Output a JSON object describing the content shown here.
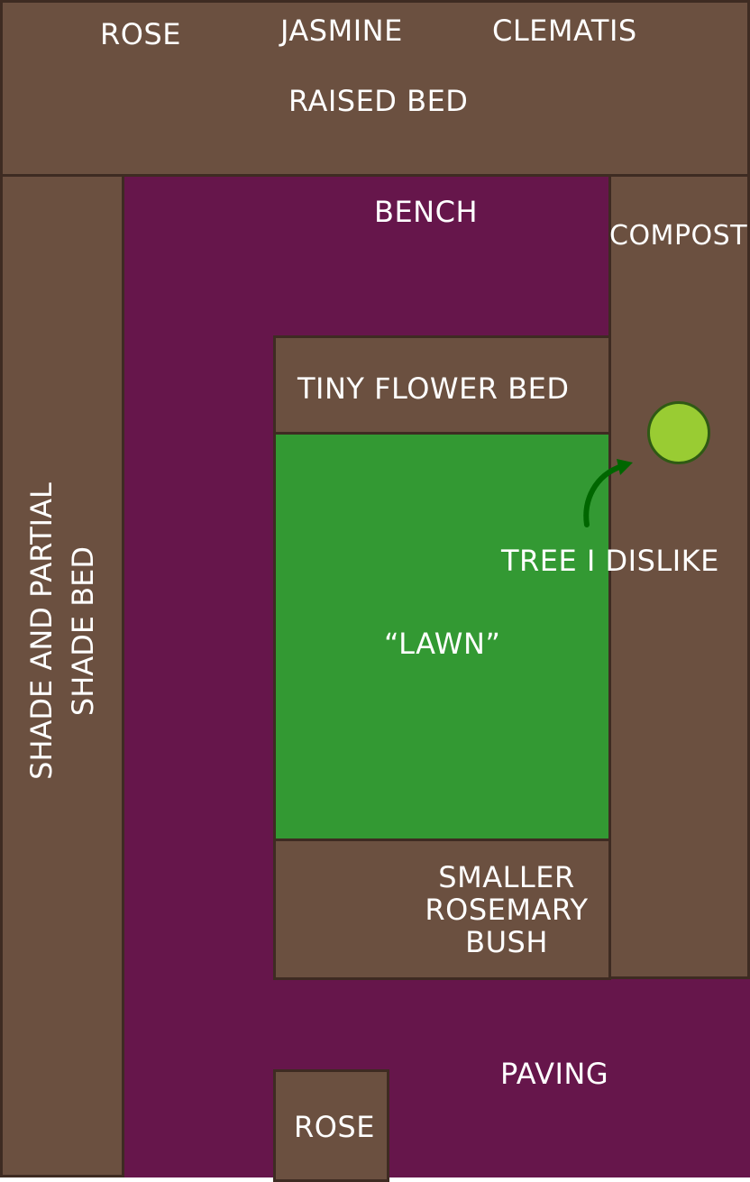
{
  "colors": {
    "paving": "#66164b",
    "bed": "#6b5040",
    "bed_border": "#3e2b22",
    "lawn": "#339933",
    "tree": "#99cc33",
    "arrow": "#006600",
    "text": "#ffffff"
  },
  "labels": {
    "rose_top": "ROSE",
    "jasmine": "JASMINE",
    "clematis": "CLEMATIS",
    "raised_bed": "RAISED BED",
    "bench": "BENCH",
    "compost": "COMPOST",
    "tiny_flower_bed": "TINY FLOWER BED",
    "tree_i_dislike": "TREE I DISLIKE",
    "lawn": "“LAWN”",
    "shade_bed": "SHADE AND PARTIAL\nSHADE BED",
    "rosemary": "SMALLER\nROSEMARY\nBUSH",
    "paving": "PAVING",
    "rose_bottom": "ROSE"
  },
  "icons": {
    "tree": "tree-circle-icon",
    "arrow": "curved-arrow-icon"
  }
}
